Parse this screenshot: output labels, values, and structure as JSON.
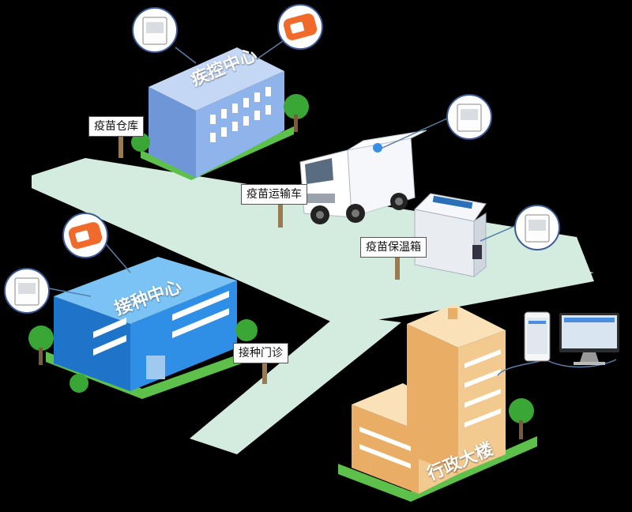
{
  "buildings": {
    "cdc": "疾控中心",
    "vaccination_center": "接种中心",
    "admin_building": "行政大楼"
  },
  "signs": {
    "vaccine_warehouse": "疫苗仓库",
    "vaccine_truck": "疫苗运输车",
    "vaccine_cooler": "疫苗保温箱",
    "vaccination_clinic": "接种门诊"
  },
  "colors": {
    "road": "#d4ece0",
    "cdc_blue": "#8fb4ec",
    "clinic_blue": "#2f8ee6",
    "admin_orange": "#f2c98f",
    "grass": "#5cc04a",
    "tag_orange": "#f06a2c"
  }
}
